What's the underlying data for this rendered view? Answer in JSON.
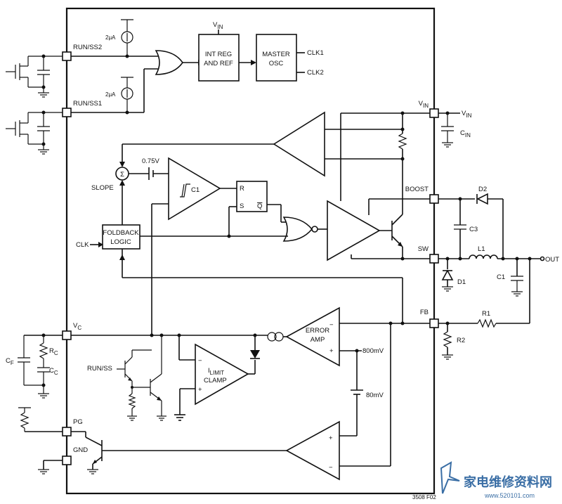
{
  "pins": {
    "run_ss2": "RUN/SS2",
    "run_ss1": "RUN/SS1",
    "vin": "V",
    "vin_sub": "IN",
    "boost": "BOOST",
    "sw": "SW",
    "fb": "FB",
    "vc": "V",
    "vc_sub": "C",
    "pg": "PG",
    "gnd": "GND"
  },
  "blocks": {
    "int_reg_line1": "INT REG",
    "int_reg_line2": "AND REF",
    "master_osc_line1": "MASTER",
    "master_osc_line2": "OSC",
    "foldback_line1": "FOLDBACK",
    "foldback_line2": "LOGIC",
    "comparator": "C1",
    "error_amp_line1": "ERROR",
    "error_amp_line2": "AMP",
    "ilimit_line1": "I",
    "ilimit_sub": "LIMIT",
    "ilimit_line2": "CLAMP",
    "latch_r": "R",
    "latch_s": "S",
    "latch_q": "Q",
    "sum_symbol": "Σ"
  },
  "labels": {
    "current_source_top": "2μA",
    "current_source_bottom": "2μA",
    "top_vin": "V",
    "top_vin_sub": "IN",
    "clk1": "CLK1",
    "clk2": "CLK2",
    "slope": "SLOPE",
    "clk": "CLK",
    "ref_075": "0.75V",
    "ext_vin": "V",
    "ext_vin_sub": "IN",
    "cin": "C",
    "cin_sub": "IN",
    "d2": "D2",
    "c3": "C3",
    "l1": "L1",
    "out": "OUT",
    "d1": "D1",
    "c1": "C1",
    "r1": "R1",
    "r2": "R2",
    "cf": "C",
    "cf_sub": "F",
    "rc": "R",
    "rc_sub": "C",
    "cc": "C",
    "cc_sub": "C",
    "run_ss": "RUN/SS",
    "ref_800": "800mV",
    "ref_80": "80mV",
    "amp_minus": "−",
    "amp_plus": "+",
    "fig_code": "3508 F02"
  },
  "watermark": {
    "text": "家电维修资料网",
    "url": "www.520101.com"
  },
  "colors": {
    "ink": "#111111",
    "watermark": "#3a6ea5"
  }
}
